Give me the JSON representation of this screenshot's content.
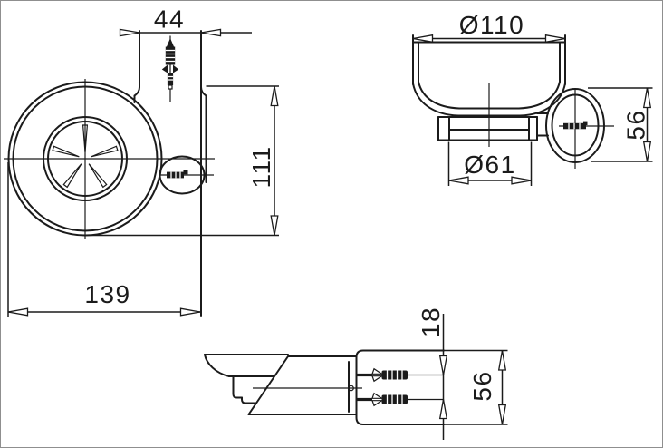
{
  "drawing": {
    "colors": {
      "background": "#ffffff",
      "line": "#1b1b1b"
    },
    "views": {
      "front": {
        "dim_bracket_width": "44",
        "dim_height": "111",
        "dim_total_width": "139"
      },
      "side": {
        "dim_outer_diameter": "Ø110",
        "dim_inner_diameter": "Ø61",
        "dim_mount_height": "56"
      },
      "bottom": {
        "dim_screw_offset": "18",
        "dim_mount_height": "56"
      }
    }
  }
}
